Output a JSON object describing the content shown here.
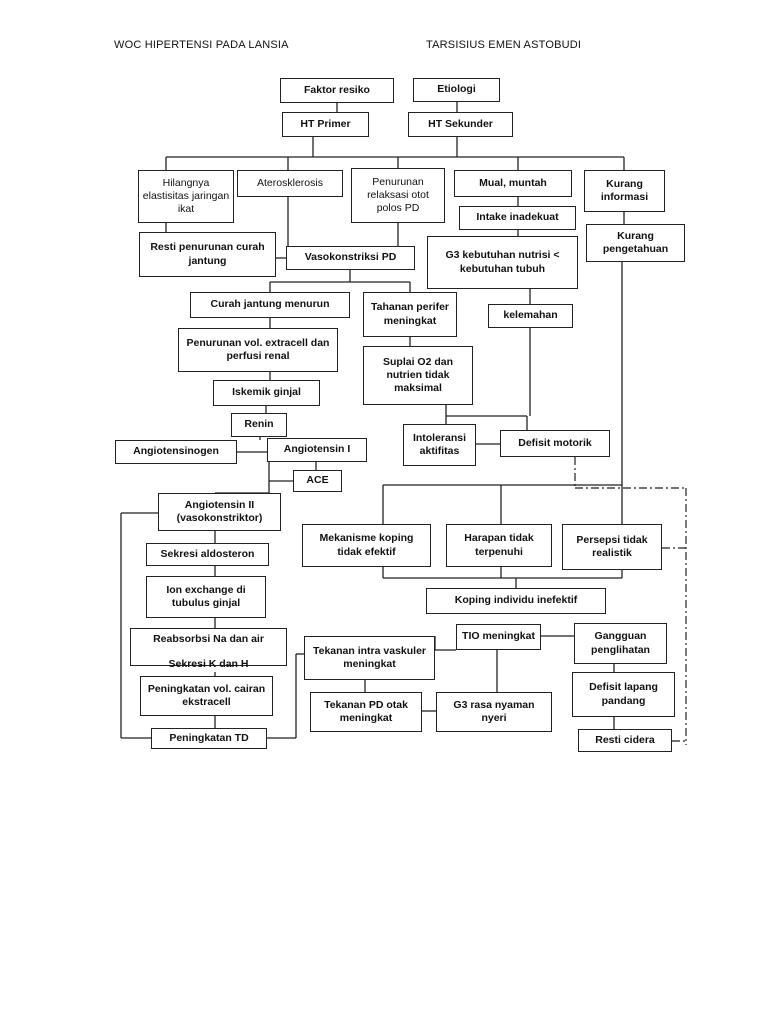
{
  "header": {
    "left": "WOC HIPERTENSI PADA LANSIA",
    "right": "TARSISIUS EMEN ASTOBUDI"
  },
  "nodes": {
    "faktor_resiko": "Faktor resiko",
    "etiologi": "Etiologi",
    "ht_primer": "HT Primer",
    "ht_sekunder": "HT Sekunder",
    "hilangnya_elastisitas": "Hilangnya elastisitas jaringan ikat",
    "aterosklerosis": "Aterosklerosis",
    "penurunan_relaksasi": "Penurunan relaksasi otot polos PD",
    "mual_muntah": "Mual, muntah",
    "kurang_informasi": "Kurang informasi",
    "intake_inadekuat": "Intake inadekuat",
    "resti_penurunan_curah": "Resti penurunan curah jantung",
    "vasokonstriksi_pd": "Vasokonstriksi PD",
    "g3_kebutuhan_nutrisi": "G3 kebutuhan nutrisi < kebutuhan tubuh",
    "kurang_pengetahuan": "Kurang pengetahuan",
    "curah_jantung_menurun": "Curah jantung menurun",
    "tahanan_perifer": "Tahanan perifer meningkat",
    "kelemahan": "kelemahan",
    "penurunan_vol_extracell": "Penurunan vol. extracell dan perfusi renal",
    "suplai_o2": "Suplai O2 dan nutrien tidak maksimal",
    "iskemik_ginjal": "Iskemik ginjal",
    "renin": "Renin",
    "intoleransi_aktifitas": "Intoleransi aktifitas",
    "defisit_motorik": "Defisit motorik",
    "angiotensinogen": "Angiotensinogen",
    "angiotensin_i": "Angiotensin I",
    "ace": "ACE",
    "angiotensin_ii": "Angiotensin II (vasokonstriktor)",
    "mekanisme_koping": "Mekanisme koping tidak efektif",
    "harapan_tidak": "Harapan tidak terpenuhi",
    "persepsi_tidak": "Persepsi tidak realistik",
    "sekresi_aldosteron": "Sekresi aldosteron",
    "ion_exchange": "Ion exchange di tubulus ginjal",
    "koping_individu": "Koping individu inefektif",
    "reabsorbsi": "Reabsorbsi Na dan air",
    "sekresi_k": "Sekresi K dan H",
    "tio_meningkat": "TIO meningkat",
    "gangguan_penglihatan": "Gangguan penglihatan",
    "tekanan_intra": "Tekanan intra vaskuler meningkat",
    "peningkatan_vol_cairan": "Peningkatan vol. cairan ekstracell",
    "defisit_lapang": "Defisit lapang pandang",
    "tekanan_pd_otak": "Tekanan PD otak meningkat",
    "g3_rasa_nyaman": "G3 rasa nyaman nyeri",
    "peningkatan_td": "Peningkatan TD",
    "resti_cidera": "Resti cidera"
  }
}
